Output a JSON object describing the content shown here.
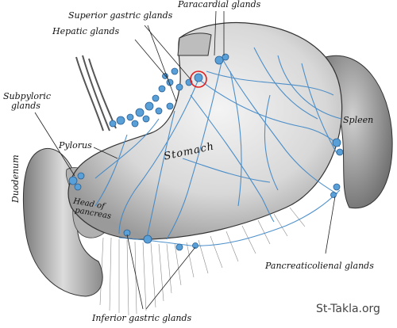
{
  "labels": {
    "paracardial": "Paracardial glands",
    "superior_gastric": "Superior gastric glands",
    "hepatic": "Hepatic glands",
    "subpyloric_1": "Subpyloric",
    "subpyloric_2": "glands",
    "pylorus": "Pylorus",
    "stomach": "Stomach",
    "spleen": "Spleen",
    "duodenum": "Duodenum",
    "head_pancreas_1": "Head of",
    "head_pancreas_2": "pancreas",
    "pancreaticolienal": "Pancreaticolienal glands",
    "inferior_gastric": "Inferior gastric glands"
  },
  "watermark": "St-Takla.org",
  "colors": {
    "lymph": "#3d86c6",
    "node_fill": "#5aa0d8",
    "highlight_circle": "#e02020",
    "ink": "#222222",
    "organ_shade": "#c9c9c9"
  }
}
